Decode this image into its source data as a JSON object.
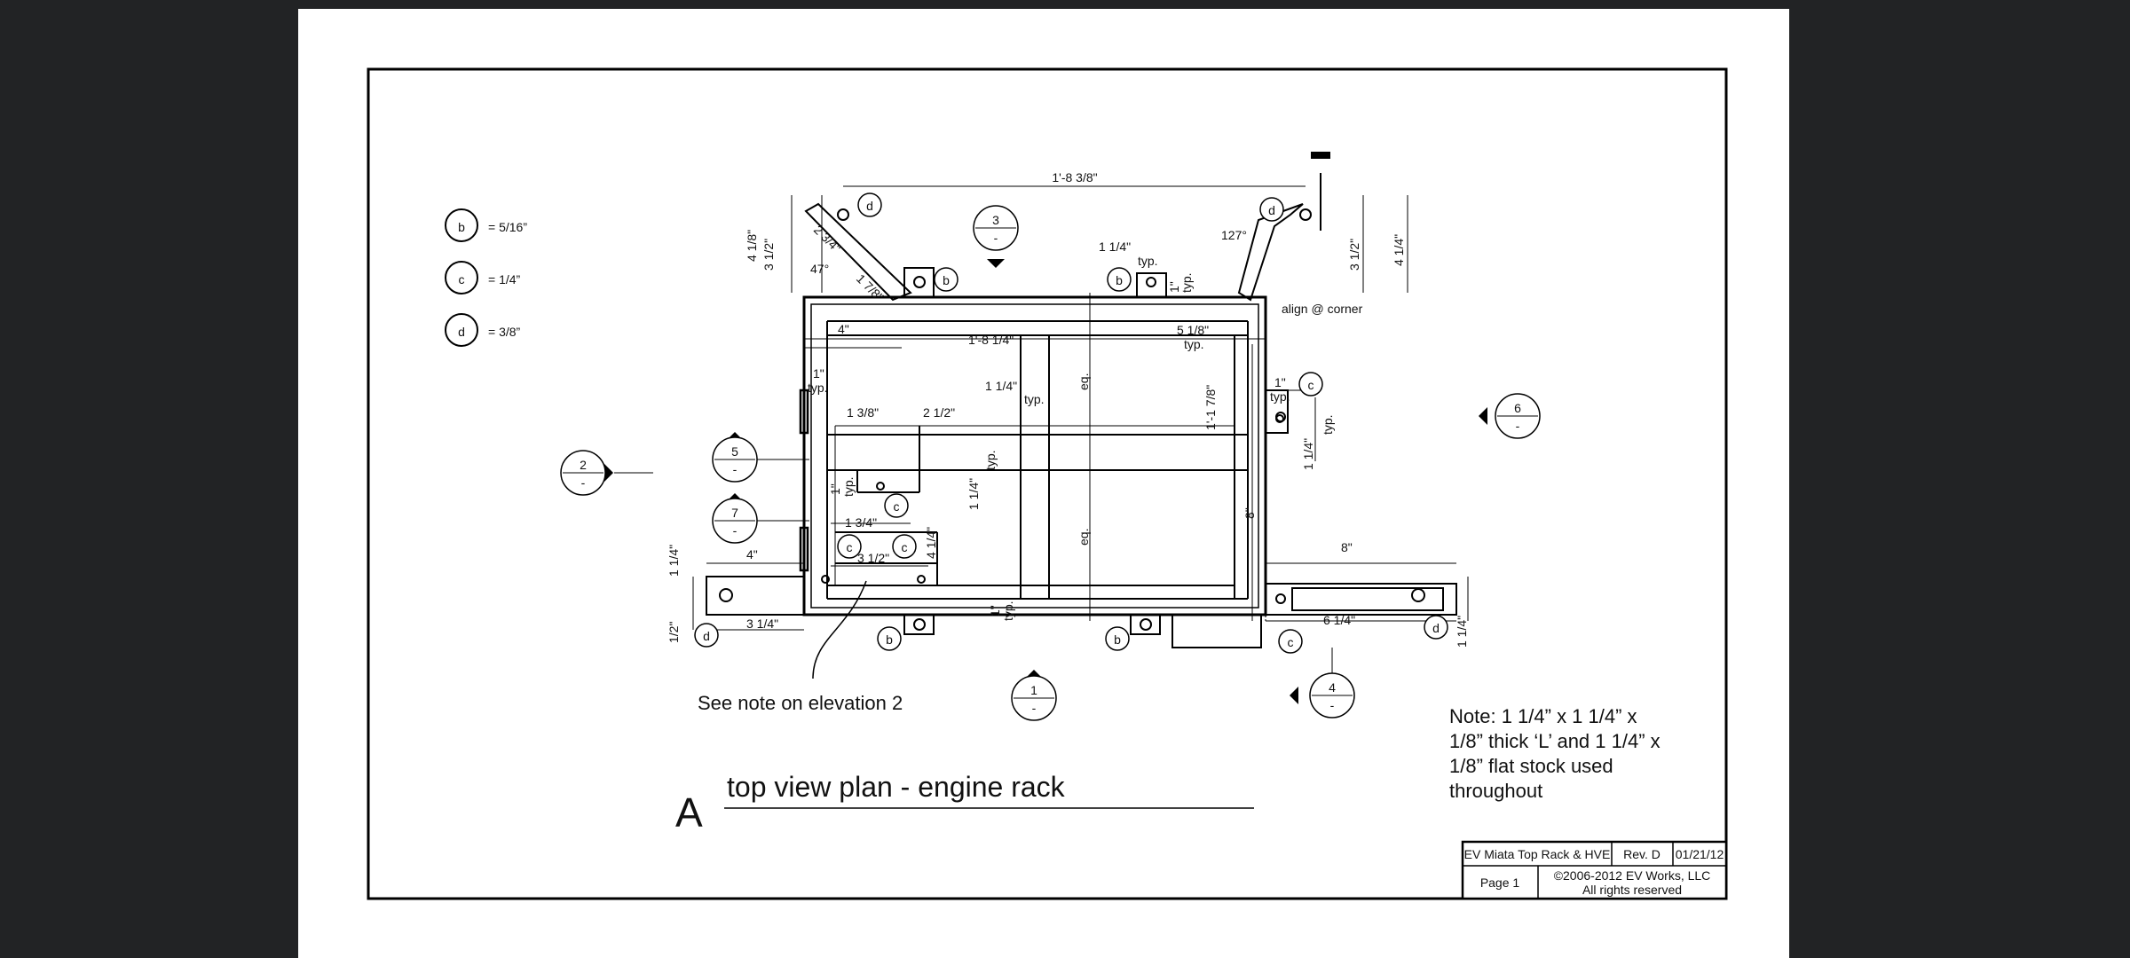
{
  "legend": [
    {
      "letter": "b",
      "value": "= 5/16”"
    },
    {
      "letter": "c",
      "value": "= 1/4”"
    },
    {
      "letter": "d",
      "value": "= 3/8”"
    }
  ],
  "dims": {
    "top_overall": "1'-8 3/8\"",
    "d_one": "4 1/8\"",
    "d_two": "3 1/2\"",
    "d_three": "2 3/4\"",
    "angle_left": "47°",
    "d_seven_eighths": "1 7/8\"",
    "d_1_1_4_top": "1 1/4\"",
    "typ": "typ.",
    "d_1in": "1\"",
    "angle_right": "127°",
    "d_right_3_1_2": "3 1/2\"",
    "d_right_4_1_4": "4 1/4\"",
    "align_corner": "align @ corner",
    "d_4in": "4\"",
    "inner_width": "1'-8 1/4\"",
    "d_5_1_8": "5 1/8\"",
    "d_1_3_8": "1 3/8\"",
    "d_2_1_2": "2 1/2\"",
    "eq": "eq.",
    "d_1_1_7_8": "1'-1 7/8\"",
    "d_8in": "8\"",
    "d_1_3_4": "1 3/4\"",
    "d_4_1_4": "4 1/4\"",
    "d_3_1_2": "3 1/2\"",
    "d_3_1_4": "3 1/4\"",
    "d_1_2": "1/2\"",
    "d_6_1_4": "6 1/4\""
  },
  "sections": {
    "s1": "1",
    "s2": "2",
    "s3": "3",
    "s4": "4",
    "s5": "5",
    "s6": "6",
    "s7": "7",
    "dash": "-"
  },
  "callouts": {
    "b": "b",
    "c": "c",
    "d": "d"
  },
  "see_note": "See note on elevation 2",
  "title_letter": "A",
  "title": "top view plan - engine rack",
  "note_lines": [
    "Note: 1 1/4” x 1 1/4” x",
    "1/8” thick ‘L’  and 1 1/4” x",
    "1/8” flat stock used",
    "throughout"
  ],
  "titleblock": {
    "project": "EV Miata Top Rack & HVE",
    "rev": "Rev. D",
    "date": "01/21/12",
    "page": "Page 1",
    "copyright1": "©2006-2012 EV Works, LLC",
    "copyright2": "All rights reserved"
  }
}
